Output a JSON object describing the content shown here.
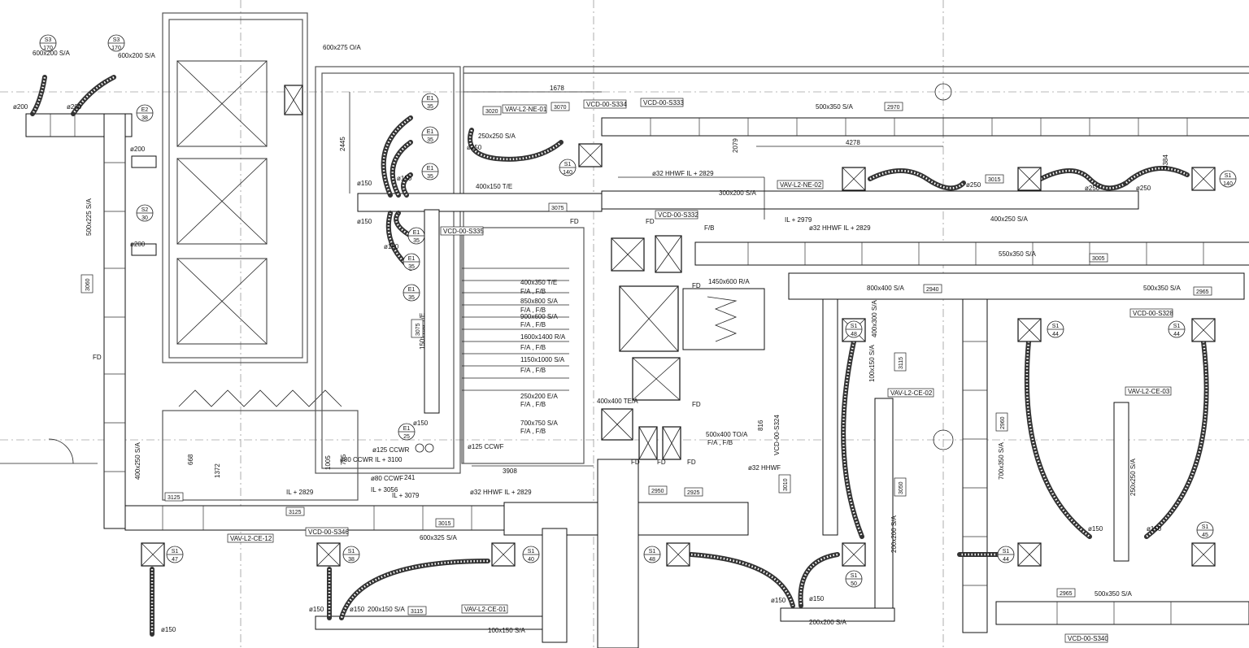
{
  "duct_labels": [
    {
      "id": "sa-600x200-a",
      "text": "600x200 S/A"
    },
    {
      "id": "sa-600x200-b",
      "text": "600x200 S/A"
    },
    {
      "id": "oa-600x275",
      "text": "600x275 O/A"
    },
    {
      "id": "sa-500x225",
      "text": "500x225 S/A"
    },
    {
      "id": "te-400x150",
      "text": "400x150 T/E"
    },
    {
      "id": "sa-250x250",
      "text": "250x250 S/A"
    },
    {
      "id": "sa-500x350-top",
      "text": "500x350 S/A"
    },
    {
      "id": "sa-400x250",
      "text": "400x250 S/A"
    },
    {
      "id": "sa-550x350",
      "text": "550x350 S/A"
    },
    {
      "id": "sa-800x400",
      "text": "800x400 S/A"
    },
    {
      "id": "sa-500x350-r",
      "text": "500x350 S/A"
    },
    {
      "id": "ra-1450x600",
      "text": "1450x600 R/A"
    },
    {
      "id": "te-400x350",
      "text": "400x350 T/E"
    },
    {
      "id": "fa-1",
      "text": "F/A , F/B"
    },
    {
      "id": "sa-850x800",
      "text": "850x800 S/A"
    },
    {
      "id": "fa-2",
      "text": "F/A , F/B"
    },
    {
      "id": "sa-900x600",
      "text": "900x600 S/A"
    },
    {
      "id": "fa-3",
      "text": "F/A , F/B"
    },
    {
      "id": "ra-1600x1400",
      "text": "1600x1400 R/A"
    },
    {
      "id": "fa-4",
      "text": "F/A , F/B"
    },
    {
      "id": "sa-1150x1000",
      "text": "1150x1000 S/A"
    },
    {
      "id": "fa-5",
      "text": "F/A , F/B"
    },
    {
      "id": "ea-250x200",
      "text": "250x200 E/A"
    },
    {
      "id": "fa-6",
      "text": "F/A , F/B"
    },
    {
      "id": "sa-700x750",
      "text": "700x750 S/A"
    },
    {
      "id": "fa-7",
      "text": "F/A , F/B"
    },
    {
      "id": "tea-400x400",
      "text": "400x400 TE/A"
    },
    {
      "id": "toa-500x400",
      "text": "500x400 TO/A"
    },
    {
      "id": "fa-8",
      "text": "F/A , F/B"
    },
    {
      "id": "te-150x150",
      "text": "150x150 T/E"
    },
    {
      "id": "sa-400x250-l",
      "text": "400x250 S/A"
    },
    {
      "id": "sa-600x325",
      "text": "600x325 S/A"
    },
    {
      "id": "sa-200x150",
      "text": "200x150 S/A"
    },
    {
      "id": "sa-100x150",
      "text": "100x150 S/A"
    },
    {
      "id": "sa-200x200-v",
      "text": "200x200 S/A"
    },
    {
      "id": "sa-200x200-h",
      "text": "200x200 S/A"
    },
    {
      "id": "sa-100x150-v",
      "text": "100x150 S/A"
    },
    {
      "id": "sa-700x350",
      "text": "700x350 S/A"
    },
    {
      "id": "sa-250x250-v",
      "text": "250x250 S/A"
    },
    {
      "id": "sa-500x350-b",
      "text": "500x350 S/A"
    },
    {
      "id": "sa-400x300",
      "text": "400x300 S/A"
    },
    {
      "id": "sa-300x200",
      "text": "300x200 S/A"
    },
    {
      "id": "fb-1",
      "text": "F/B"
    }
  ],
  "equipment_tags": [
    {
      "id": "vav-ne-01",
      "text": "VAV-L2-NE-01"
    },
    {
      "id": "vcd-s334",
      "text": "VCD-00-S334"
    },
    {
      "id": "vcd-s333",
      "text": "VCD-00-S333"
    },
    {
      "id": "vav-ne-02",
      "text": "VAV-L2-NE-02"
    },
    {
      "id": "vcd-s332",
      "text": "VCD-00-S332"
    },
    {
      "id": "vcd-s335",
      "text": "VCD-00-S335"
    },
    {
      "id": "vcd-s328",
      "text": "VCD-00-S328"
    },
    {
      "id": "vav-ce-02",
      "text": "VAV-L2-CE-02"
    },
    {
      "id": "vav-ce-03",
      "text": "VAV-L2-CE-03"
    },
    {
      "id": "vcd-s324",
      "text": "VCD-00-S324"
    },
    {
      "id": "vav-ce-12",
      "text": "VAV-L2-CE-12"
    },
    {
      "id": "vcd-s346",
      "text": "VCD-00-S346"
    },
    {
      "id": "vav-ce-01",
      "text": "VAV-L2-CE-01"
    },
    {
      "id": "vcd-s340",
      "text": "VCD-00-S340"
    }
  ],
  "pipe_labels": [
    {
      "id": "hhwf-2829-top",
      "text": "ø32 HHWF IL + 2829"
    },
    {
      "id": "il-2979",
      "text": "IL + 2979"
    },
    {
      "id": "hhwf-2829-mid",
      "text": "ø32 HHWF IL + 2829"
    },
    {
      "id": "ccwr",
      "text": "ø125 CCWR"
    },
    {
      "id": "ccwf",
      "text": "ø125 CCWF"
    },
    {
      "id": "ccwr-80",
      "text": "ø80 CCWR   IL + 3100"
    },
    {
      "id": "ccwf-80",
      "text": "ø80 CCWF"
    },
    {
      "id": "il-3056",
      "text": "IL + 3056"
    },
    {
      "id": "il-3079",
      "text": "IL + 3079"
    },
    {
      "id": "hhwf-2829-bot",
      "text": "ø32 HHWF  IL + 2829"
    },
    {
      "id": "il-2829-l",
      "text": "IL + 2829"
    },
    {
      "id": "hhwf-32",
      "text": "ø32 HHWF"
    }
  ],
  "dimensions": [
    {
      "id": "d-1678",
      "text": "1678"
    },
    {
      "id": "d-2445",
      "text": "2445"
    },
    {
      "id": "d-2079",
      "text": "2079"
    },
    {
      "id": "d-4278",
      "text": "4278"
    },
    {
      "id": "d-3384",
      "text": "3384"
    },
    {
      "id": "d-3908",
      "text": "3908"
    },
    {
      "id": "d-668",
      "text": "668"
    },
    {
      "id": "d-1372",
      "text": "1372"
    },
    {
      "id": "d-1005",
      "text": "1005"
    },
    {
      "id": "d-705",
      "text": "705"
    },
    {
      "id": "d-241",
      "text": "241"
    },
    {
      "id": "d-816",
      "text": "816"
    }
  ],
  "diameters": [
    {
      "id": "o200-a",
      "text": "ø200"
    },
    {
      "id": "o200-b",
      "text": "ø200"
    },
    {
      "id": "o200-c",
      "text": "ø200"
    },
    {
      "id": "o200-d",
      "text": "ø200"
    },
    {
      "id": "o250-a",
      "text": "ø250"
    },
    {
      "id": "o250-b",
      "text": "ø250"
    },
    {
      "id": "o250-c",
      "text": "ø250"
    },
    {
      "id": "o250-d",
      "text": "ø250"
    },
    {
      "id": "o150-a",
      "text": "ø150"
    },
    {
      "id": "o150-b",
      "text": "ø150"
    },
    {
      "id": "o150-c",
      "text": "ø150"
    },
    {
      "id": "o150-d",
      "text": "ø150"
    },
    {
      "id": "o150-e",
      "text": "ø150"
    },
    {
      "id": "o150-f",
      "text": "ø150"
    },
    {
      "id": "o150-g",
      "text": "ø150"
    },
    {
      "id": "o150-h",
      "text": "ø150"
    },
    {
      "id": "o150-i",
      "text": "ø150"
    },
    {
      "id": "o150-j",
      "text": "ø150"
    },
    {
      "id": "o150-k",
      "text": "ø150"
    },
    {
      "id": "o150-l",
      "text": "ø150"
    }
  ],
  "diffusers": [
    {
      "id": "s3-170-a",
      "type": "S3",
      "cfm": "170"
    },
    {
      "id": "s3-170-b",
      "type": "S3",
      "cfm": "170"
    },
    {
      "id": "e2-38",
      "type": "E2",
      "cfm": "38"
    },
    {
      "id": "s2-30",
      "type": "S2",
      "cfm": "30"
    },
    {
      "id": "e1-35-a",
      "type": "E1",
      "cfm": "35"
    },
    {
      "id": "e1-35-b",
      "type": "E1",
      "cfm": "35"
    },
    {
      "id": "e1-35-c",
      "type": "E1",
      "cfm": "35"
    },
    {
      "id": "e1-35-d",
      "type": "E1",
      "cfm": "35"
    },
    {
      "id": "e1-35-e",
      "type": "E1",
      "cfm": "35"
    },
    {
      "id": "e1-35-f",
      "type": "E1",
      "cfm": "35"
    },
    {
      "id": "s1-140-a",
      "type": "S1",
      "cfm": "140"
    },
    {
      "id": "s1-140-b",
      "type": "S1",
      "cfm": "140"
    },
    {
      "id": "s1-48-a",
      "type": "S1",
      "cfm": "48"
    },
    {
      "id": "s1-44-a",
      "type": "S1",
      "cfm": "44"
    },
    {
      "id": "s1-44-b",
      "type": "S1",
      "cfm": "44"
    },
    {
      "id": "e1-25",
      "type": "E1",
      "cfm": "25"
    },
    {
      "id": "s1-47",
      "type": "S1",
      "cfm": "47"
    },
    {
      "id": "s1-38",
      "type": "S1",
      "cfm": "38"
    },
    {
      "id": "s1-40",
      "type": "S1",
      "cfm": "40"
    },
    {
      "id": "s1-48-b",
      "type": "S1",
      "cfm": "48"
    },
    {
      "id": "s1-50",
      "type": "S1",
      "cfm": "50"
    },
    {
      "id": "s1-44-c",
      "type": "S1",
      "cfm": "44"
    },
    {
      "id": "s1-45",
      "type": "S1",
      "cfm": "45"
    }
  ],
  "level_tags": [
    {
      "id": "lv-3020",
      "text": "3020"
    },
    {
      "id": "lv-3070",
      "text": "3070"
    },
    {
      "id": "lv-2970",
      "text": "2970"
    },
    {
      "id": "lv-3075",
      "text": "3075"
    },
    {
      "id": "lv-3005",
      "text": "3005"
    },
    {
      "id": "lv-2940",
      "text": "2940"
    },
    {
      "id": "lv-2965",
      "text": "2965"
    },
    {
      "id": "lv-3060",
      "text": "3060"
    },
    {
      "id": "lv-3015",
      "text": "3015"
    },
    {
      "id": "lv-3075-v",
      "text": "3075"
    },
    {
      "id": "lv-3125-a",
      "text": "3125"
    },
    {
      "id": "lv-3125-b",
      "text": "3125"
    },
    {
      "id": "lv-3015-b",
      "text": "3015"
    },
    {
      "id": "lv-2950",
      "text": "2950"
    },
    {
      "id": "lv-2925",
      "text": "2925"
    },
    {
      "id": "lv-3115",
      "text": "3115"
    },
    {
      "id": "lv-3115-b",
      "text": "3115"
    },
    {
      "id": "lv-2960",
      "text": "2960"
    },
    {
      "id": "lv-2965-b",
      "text": "2965"
    },
    {
      "id": "lv-3010",
      "text": "3010"
    },
    {
      "id": "lv-3050",
      "text": "3050"
    }
  ],
  "fire_dampers": [
    {
      "id": "fd-1",
      "text": "FD"
    },
    {
      "id": "fd-2",
      "text": "FD"
    },
    {
      "id": "fd-3",
      "text": "FD"
    },
    {
      "id": "fd-4",
      "text": "FD"
    },
    {
      "id": "fd-5",
      "text": "FD"
    },
    {
      "id": "fd-6",
      "text": "FD"
    },
    {
      "id": "fd-7",
      "text": "FD"
    },
    {
      "id": "fd-8",
      "text": "FD"
    }
  ]
}
